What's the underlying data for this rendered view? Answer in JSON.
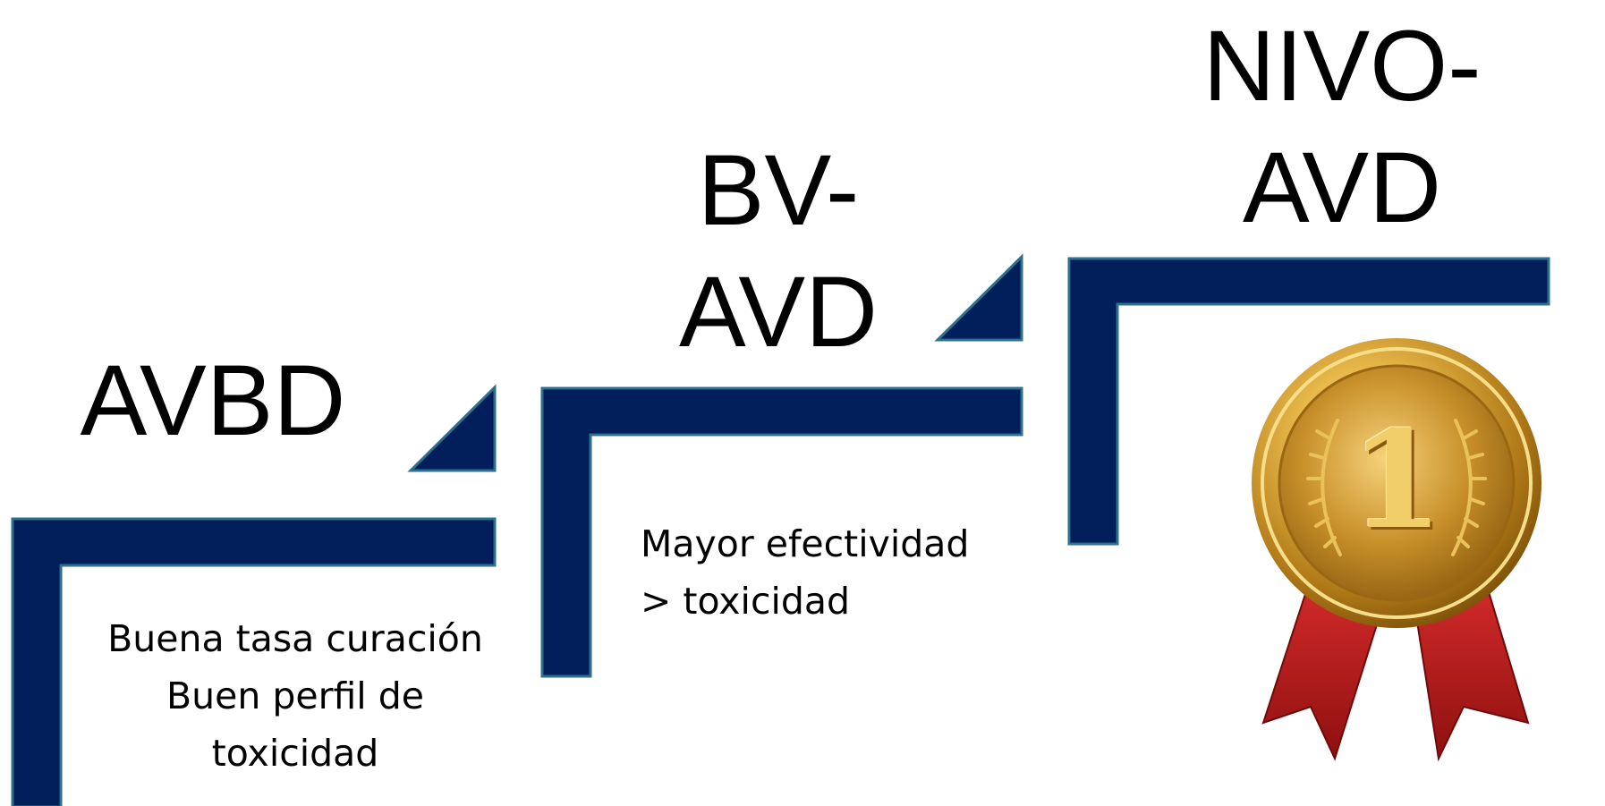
{
  "colors": {
    "step_fill": "#021E5B",
    "step_edge": "#2E6F8E",
    "medal_gold": "#D4A437",
    "ribbon_red": "#B01E1E"
  },
  "steps": [
    {
      "title_lines": [
        "AVBD"
      ],
      "description_lines": [
        "Buena tasa curación",
        "Buen perfil de",
        "toxicidad"
      ]
    },
    {
      "title_lines": [
        "BV-",
        "AVD"
      ],
      "description_lines": [
        "Mayor efectividad",
        "> toxicidad"
      ]
    },
    {
      "title_lines": [
        "NIVO-",
        "AVD"
      ],
      "description_lines": []
    }
  ],
  "medal": {
    "icon": "gold-medal-icon",
    "number": "1"
  }
}
